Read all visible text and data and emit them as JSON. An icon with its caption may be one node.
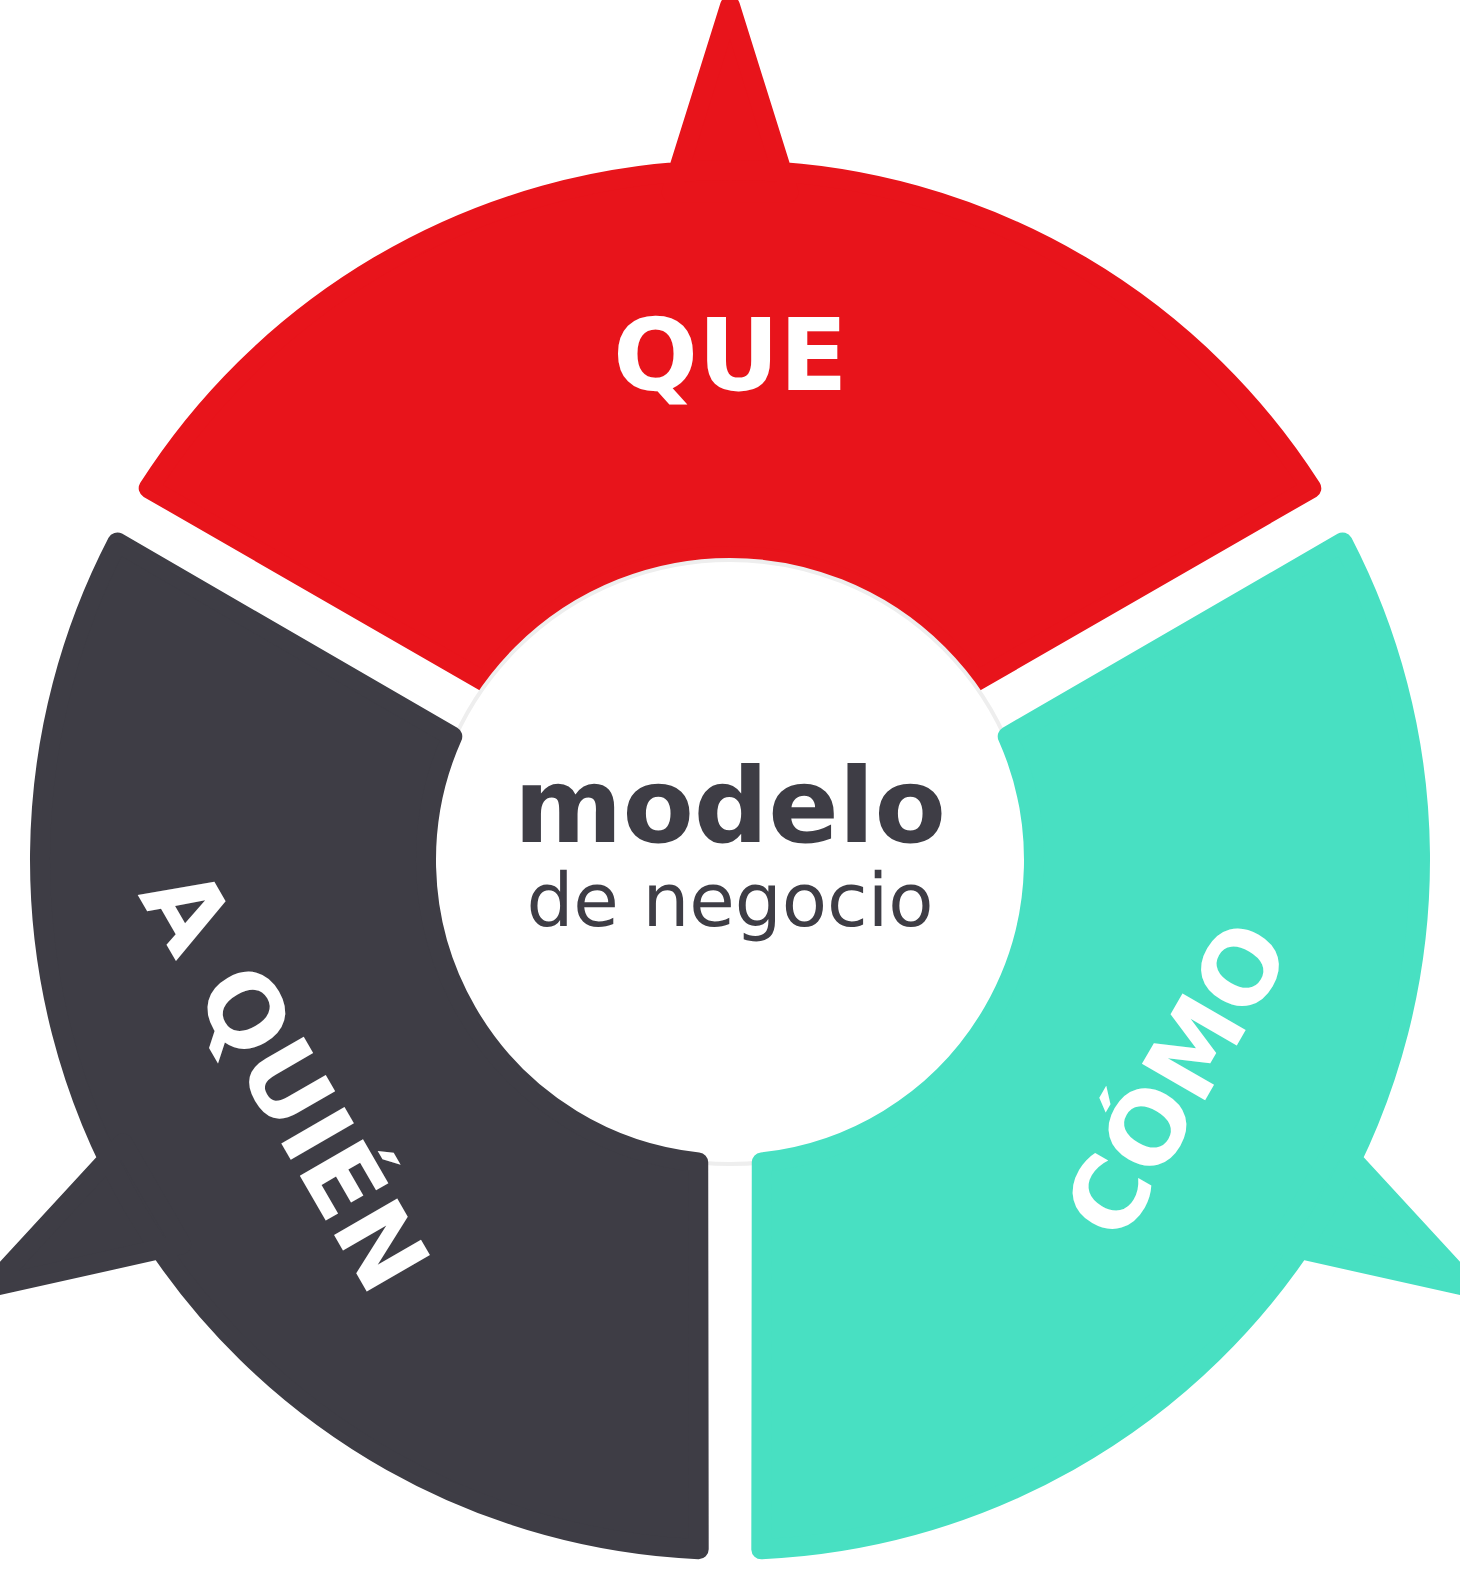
{
  "diagram": {
    "nodes": [
      {
        "text": [
          "QUE"
        ]
      },
      {
        "text": [
          "modelo",
          "de negocio"
        ]
      },
      {
        "text": [
          "A QUIÉN"
        ]
      },
      {
        "text": [
          "CÓMO"
        ]
      }
    ]
  }
}
